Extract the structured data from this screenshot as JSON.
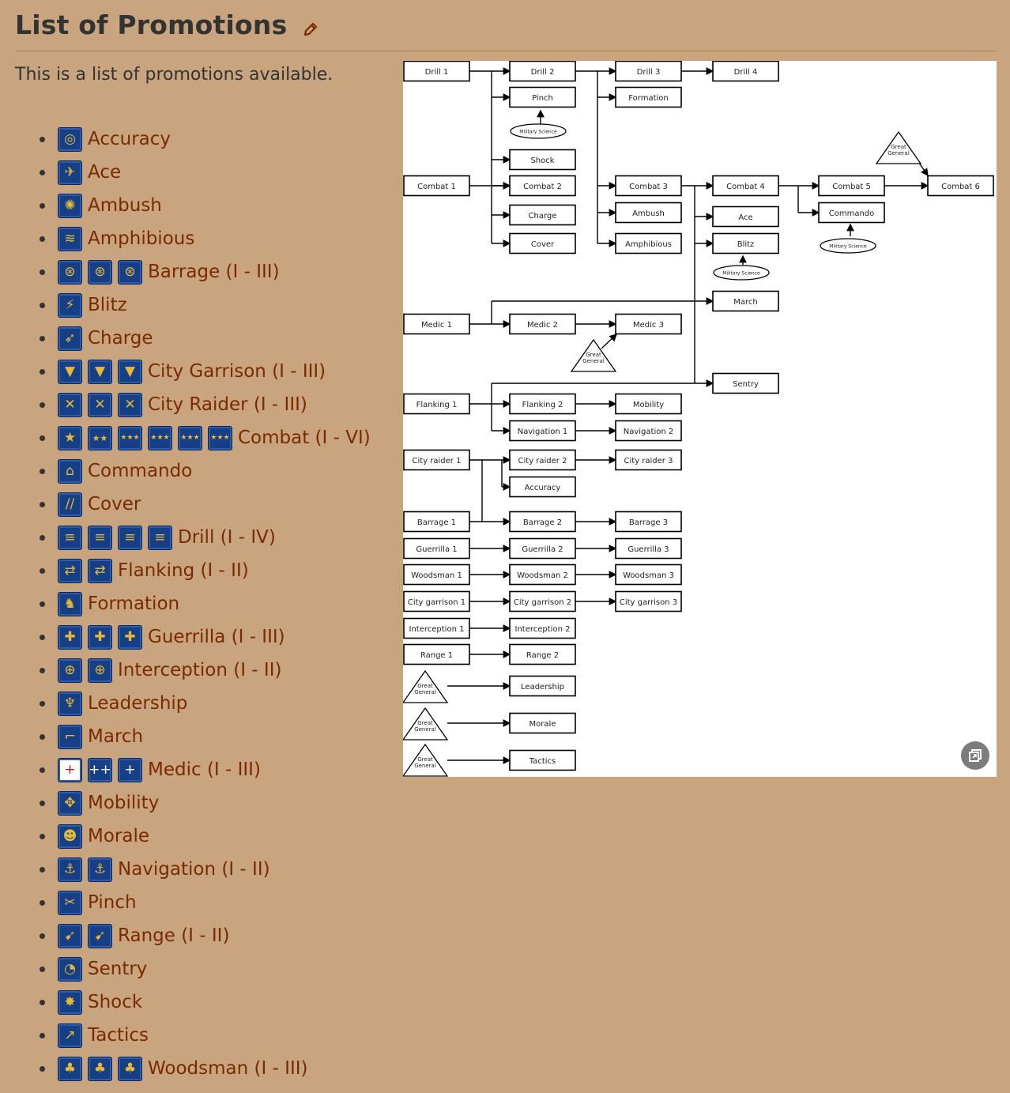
{
  "page": {
    "title": "List of Promotions",
    "intro": "This is a list of promotions available."
  },
  "colors": {
    "background": "#c8a57e",
    "link": "#7a2a00",
    "icon_bg": "#173f86",
    "icon_fg": "#e4b83a"
  },
  "promotions": [
    {
      "label": "Accuracy",
      "icons": [
        "target-icon"
      ]
    },
    {
      "label": "Ace",
      "icons": [
        "plane-icon"
      ]
    },
    {
      "label": "Ambush",
      "icons": [
        "burst-icon"
      ]
    },
    {
      "label": "Amphibious",
      "icons": [
        "wave-icon"
      ]
    },
    {
      "label": "Barrage (I - III)",
      "icons": [
        "barrage-1-icon",
        "barrage-2-icon",
        "barrage-3-icon"
      ]
    },
    {
      "label": "Blitz",
      "icons": [
        "blitz-icon"
      ]
    },
    {
      "label": "Charge",
      "icons": [
        "charge-icon"
      ]
    },
    {
      "label": "City Garrison (I - III)",
      "icons": [
        "garrison-1-icon",
        "garrison-2-icon",
        "garrison-3-icon"
      ]
    },
    {
      "label": "City Raider (I - III)",
      "icons": [
        "raider-1-icon",
        "raider-2-icon",
        "raider-3-icon"
      ]
    },
    {
      "label": "Combat (I - VI)",
      "icons": [
        "combat-1-icon",
        "combat-2-icon",
        "combat-3-icon",
        "combat-4-icon",
        "combat-5-icon",
        "combat-6-icon"
      ]
    },
    {
      "label": "Commando",
      "icons": [
        "commando-icon"
      ]
    },
    {
      "label": "Cover",
      "icons": [
        "cover-icon"
      ]
    },
    {
      "label": "Drill (I - IV)",
      "icons": [
        "drill-1-icon",
        "drill-2-icon",
        "drill-3-icon",
        "drill-4-icon"
      ]
    },
    {
      "label": "Flanking (I - II)",
      "icons": [
        "flanking-1-icon",
        "flanking-2-icon"
      ]
    },
    {
      "label": "Formation",
      "icons": [
        "formation-icon"
      ]
    },
    {
      "label": "Guerrilla (I - III)",
      "icons": [
        "guerrilla-1-icon",
        "guerrilla-2-icon",
        "guerrilla-3-icon"
      ]
    },
    {
      "label": "Interception (I - II)",
      "icons": [
        "interception-1-icon",
        "interception-2-icon"
      ]
    },
    {
      "label": "Leadership",
      "icons": [
        "eagle-icon"
      ]
    },
    {
      "label": "March",
      "icons": [
        "boot-icon"
      ]
    },
    {
      "label": "Medic (I - III)",
      "icons": [
        "medic-1-icon",
        "medic-2-icon",
        "medic-3-icon"
      ]
    },
    {
      "label": "Mobility",
      "icons": [
        "arrows-icon"
      ]
    },
    {
      "label": "Morale",
      "icons": [
        "face-icon"
      ]
    },
    {
      "label": "Navigation (I - II)",
      "icons": [
        "navigation-1-icon",
        "navigation-2-icon"
      ]
    },
    {
      "label": "Pinch",
      "icons": [
        "pinch-icon"
      ]
    },
    {
      "label": "Range (I - II)",
      "icons": [
        "range-1-icon",
        "range-2-icon"
      ]
    },
    {
      "label": "Sentry",
      "icons": [
        "sentry-icon"
      ]
    },
    {
      "label": "Shock",
      "icons": [
        "shock-icon"
      ]
    },
    {
      "label": "Tactics",
      "icons": [
        "tactics-icon"
      ]
    },
    {
      "label": "Woodsman (I - III)",
      "icons": [
        "woodsman-1-icon",
        "woodsman-2-icon",
        "woodsman-3-icon"
      ]
    }
  ],
  "diagram": {
    "boxes": {
      "drill1": "Drill 1",
      "drill2": "Drill 2",
      "drill3": "Drill 3",
      "drill4": "Drill 4",
      "pinch": "Pinch",
      "formation": "Formation",
      "shock": "Shock",
      "combat1": "Combat 1",
      "combat2": "Combat 2",
      "combat3": "Combat 3",
      "combat4": "Combat 4",
      "combat5": "Combat 5",
      "combat6": "Combat 6",
      "charge": "Charge",
      "ambush": "Ambush",
      "ace": "Ace",
      "commando": "Commando",
      "cover": "Cover",
      "amphibious": "Amphibious",
      "blitz": "Blitz",
      "march": "March",
      "medic1": "Medic 1",
      "medic2": "Medic 2",
      "medic3": "Medic 3",
      "sentry": "Sentry",
      "flanking1": "Flanking 1",
      "flanking2": "Flanking 2",
      "mobility": "Mobility",
      "navigation1": "Navigation 1",
      "navigation2": "Navigation 2",
      "cityraider1": "City raider 1",
      "cityraider2": "City raider 2",
      "cityraider3": "City raider 3",
      "accuracy": "Accuracy",
      "barrage1": "Barrage 1",
      "barrage2": "Barrage 2",
      "barrage3": "Barrage 3",
      "guerrilla1": "Guerrilla 1",
      "guerrilla2": "Guerrilla 2",
      "guerrilla3": "Guerrilla 3",
      "woodsman1": "Woodsman 1",
      "woodsman2": "Woodsman 2",
      "woodsman3": "Woodsman 3",
      "citygarrison1": "City garrison 1",
      "citygarrison2": "City garrison 2",
      "citygarrison3": "City garrison 3",
      "interception1": "Interception 1",
      "interception2": "Interception 2",
      "range1": "Range 1",
      "range2": "Range 2",
      "leadership": "Leadership",
      "morale": "Morale",
      "tactics": "Tactics"
    },
    "military_science": "Military Science",
    "great_general_1": "Great",
    "great_general_2": "General"
  }
}
